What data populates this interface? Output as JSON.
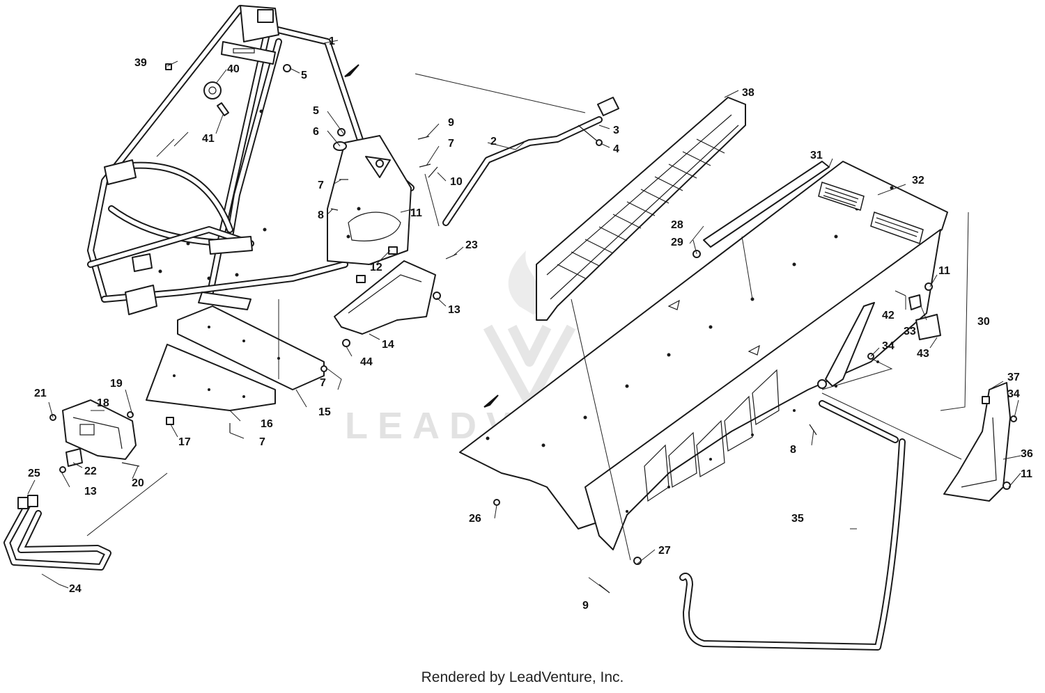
{
  "diagram": {
    "footer_text": "Rendered by LeadVenture, Inc.",
    "watermark_text": "LEADVENTURE",
    "callouts": [
      {
        "id": "c-1",
        "label": "1"
      },
      {
        "id": "c-2",
        "label": "2"
      },
      {
        "id": "c-3",
        "label": "3"
      },
      {
        "id": "c-4",
        "label": "4"
      },
      {
        "id": "c-5a",
        "label": "5"
      },
      {
        "id": "c-5b",
        "label": "5"
      },
      {
        "id": "c-6",
        "label": "6"
      },
      {
        "id": "c-7a",
        "label": "7"
      },
      {
        "id": "c-7b",
        "label": "7"
      },
      {
        "id": "c-7c",
        "label": "7"
      },
      {
        "id": "c-7d",
        "label": "7"
      },
      {
        "id": "c-8a",
        "label": "8"
      },
      {
        "id": "c-8b",
        "label": "8"
      },
      {
        "id": "c-9a",
        "label": "9"
      },
      {
        "id": "c-9b",
        "label": "9"
      },
      {
        "id": "c-10",
        "label": "10"
      },
      {
        "id": "c-11a",
        "label": "11"
      },
      {
        "id": "c-11b",
        "label": "11"
      },
      {
        "id": "c-11c",
        "label": "11"
      },
      {
        "id": "c-12",
        "label": "12"
      },
      {
        "id": "c-13a",
        "label": "13"
      },
      {
        "id": "c-13b",
        "label": "13"
      },
      {
        "id": "c-14",
        "label": "14"
      },
      {
        "id": "c-15",
        "label": "15"
      },
      {
        "id": "c-16",
        "label": "16"
      },
      {
        "id": "c-17",
        "label": "17"
      },
      {
        "id": "c-18",
        "label": "18"
      },
      {
        "id": "c-19",
        "label": "19"
      },
      {
        "id": "c-20",
        "label": "20"
      },
      {
        "id": "c-21",
        "label": "21"
      },
      {
        "id": "c-22",
        "label": "22"
      },
      {
        "id": "c-23",
        "label": "23"
      },
      {
        "id": "c-24",
        "label": "24"
      },
      {
        "id": "c-25",
        "label": "25"
      },
      {
        "id": "c-26",
        "label": "26"
      },
      {
        "id": "c-27",
        "label": "27"
      },
      {
        "id": "c-28",
        "label": "28"
      },
      {
        "id": "c-29",
        "label": "29"
      },
      {
        "id": "c-30",
        "label": "30"
      },
      {
        "id": "c-31",
        "label": "31"
      },
      {
        "id": "c-32",
        "label": "32"
      },
      {
        "id": "c-33",
        "label": "33"
      },
      {
        "id": "c-34a",
        "label": "34"
      },
      {
        "id": "c-34b",
        "label": "34"
      },
      {
        "id": "c-35",
        "label": "35"
      },
      {
        "id": "c-36",
        "label": "36"
      },
      {
        "id": "c-37",
        "label": "37"
      },
      {
        "id": "c-38",
        "label": "38"
      },
      {
        "id": "c-39",
        "label": "39"
      },
      {
        "id": "c-40",
        "label": "40"
      },
      {
        "id": "c-41",
        "label": "41"
      },
      {
        "id": "c-42",
        "label": "42"
      },
      {
        "id": "c-43",
        "label": "43"
      },
      {
        "id": "c-44",
        "label": "44"
      }
    ]
  }
}
